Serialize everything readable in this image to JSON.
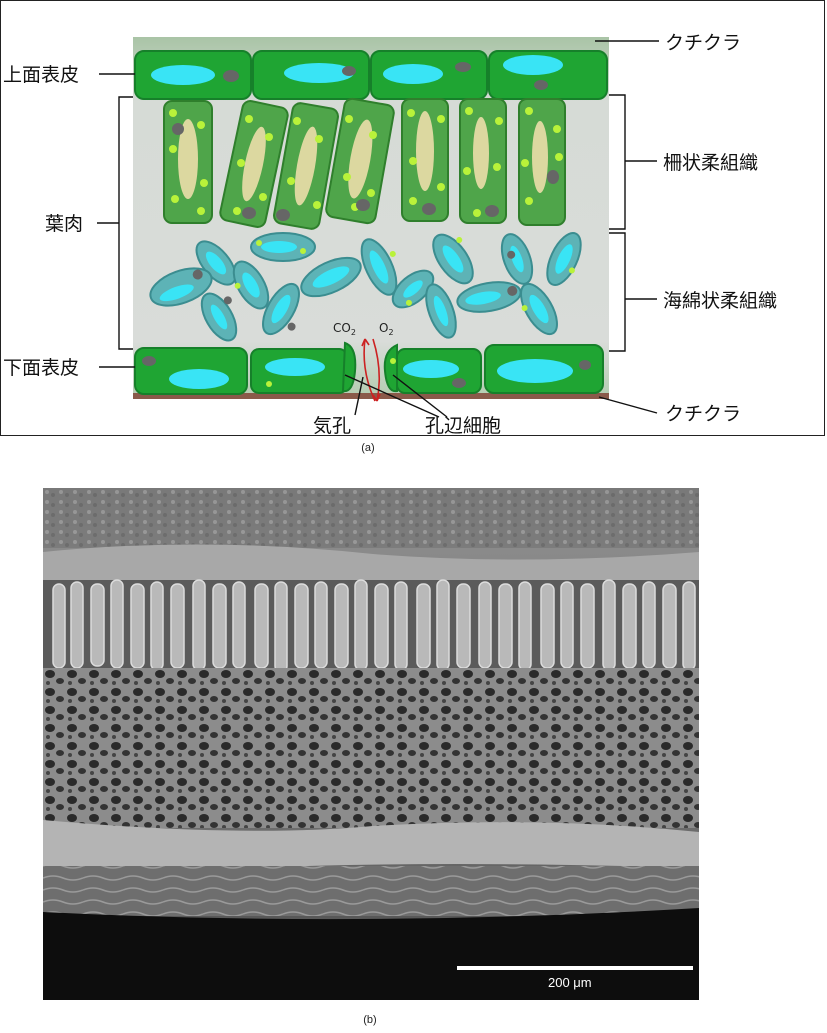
{
  "panel_a": {
    "labels": {
      "upper_epidermis": "上面表皮",
      "mesophyll": "葉肉",
      "lower_epidermis": "下面表皮",
      "cuticle_top": "クチクラ",
      "palisade": "柵状柔組織",
      "spongy": "海綿状柔組織",
      "cuticle_bottom": "クチクラ",
      "stomata": "気孔",
      "guard_cells": "孔辺細胞",
      "co2": "CO",
      "co2_sub": "2",
      "o2": "O",
      "o2_sub": "2"
    },
    "caption": "(a)",
    "colors": {
      "epidermis": "#1fa533",
      "palisade_cell": "#4fa54a",
      "chloroplast": "#b9f23a",
      "vacuole_palisade": "#dcd8a0",
      "spongy_cell": "#5db3b6",
      "vacuole_spongy": "#39e4f5",
      "nucleus": "#666666",
      "gas_arrow": "#cc2222",
      "cuticle_bottom": "#8a5a4a"
    }
  },
  "panel_b": {
    "scale_bar_label": "200 μm",
    "caption": "(b)"
  }
}
